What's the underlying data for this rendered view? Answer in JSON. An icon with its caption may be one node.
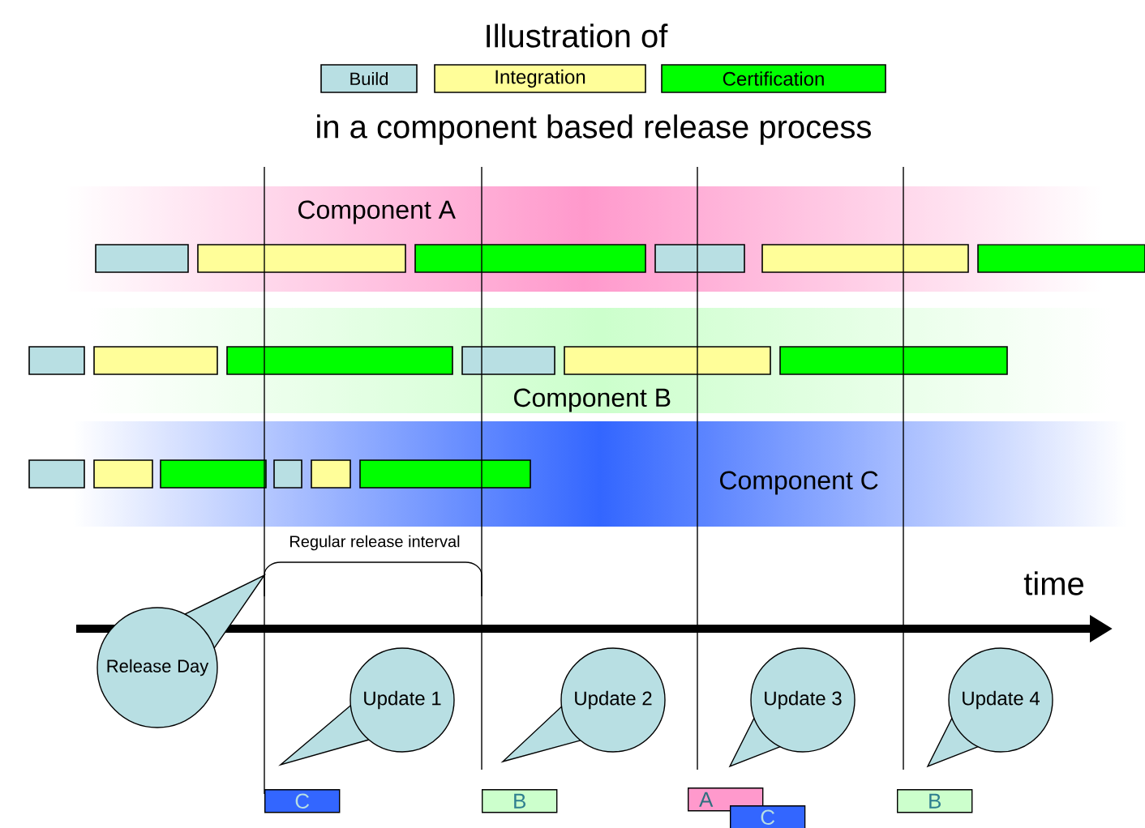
{
  "diagram": {
    "title": "Illustration of",
    "nodes": [
      {
        "text": [
          "Component A"
        ]
      },
      {
        "text": [
          "Component B"
        ]
      },
      {
        "text": [
          "Component C"
        ]
      },
      {
        "text": [
          "Release Day"
        ]
      },
      {
        "text": [
          "Update 1"
        ]
      },
      {
        "text": [
          "Update 2"
        ]
      },
      {
        "text": [
          "Update 3"
        ]
      },
      {
        "text": [
          "Update 4"
        ]
      },
      {
        "text": [
          "C"
        ]
      },
      {
        "text": [
          "B"
        ]
      },
      {
        "text": [
          "A"
        ]
      },
      {
        "text": [
          "C"
        ]
      },
      {
        "text": [
          "B"
        ]
      }
    ],
    "labels": [
      "in a component based release process",
      "Regular release interval",
      "time"
    ],
    "legend": [
      {
        "text": "Build",
        "color": "#b8dfe3"
      },
      {
        "text": "Integration",
        "color": "#fffe99"
      },
      {
        "text": "Certification",
        "color": "#00ff00"
      }
    ]
  }
}
